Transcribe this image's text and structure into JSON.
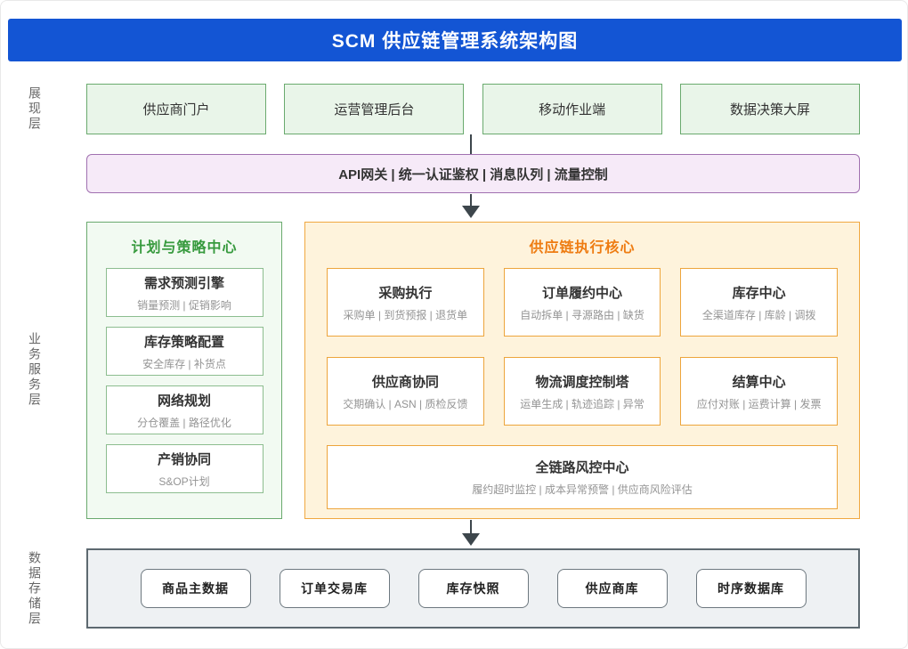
{
  "title": "SCM 供应链管理系统架构图",
  "colors": {
    "title_bg": "#1355d4",
    "green_border": "#6aaa6e",
    "green_fill": "#e9f5e9",
    "green_title": "#379a3e",
    "purple_border": "#a070b0",
    "purple_fill": "#f6eaf8",
    "orange_border": "#f0a840",
    "orange_fill": "#fef3dc",
    "orange_title": "#ee7c12",
    "storage_fill": "#eef1f3",
    "storage_border": "#5d6970",
    "arrow": "#3d464c"
  },
  "layers": {
    "presentation": {
      "label": "展现层",
      "boxes": [
        "供应商门户",
        "运营管理后台",
        "移动作业端",
        "数据决策大屏"
      ]
    },
    "gateway": {
      "label": "API网关 | 统一认证鉴权 | 消息队列 | 流量控制"
    },
    "business": {
      "label": "业务服务层",
      "planning": {
        "title": "计划与策略中心",
        "modules": [
          {
            "name": "需求预测引擎",
            "detail": "销量预测 | 促销影响"
          },
          {
            "name": "库存策略配置",
            "detail": "安全库存 | 补货点"
          },
          {
            "name": "网络规划",
            "detail": "分仓覆盖 | 路径优化"
          },
          {
            "name": "产销协同",
            "detail": "S&OP计划"
          }
        ]
      },
      "execution": {
        "title": "供应链执行核心",
        "modules": [
          {
            "name": "采购执行",
            "detail": "采购单 | 到货预报 | 退货单"
          },
          {
            "name": "订单履约中心",
            "detail": "自动拆单 | 寻源路由 | 缺货"
          },
          {
            "name": "库存中心",
            "detail": "全渠道库存 | 库龄 | 调拨"
          },
          {
            "name": "供应商协同",
            "detail": "交期确认 | ASN | 质检反馈"
          },
          {
            "name": "物流调度控制塔",
            "detail": "运单生成 | 轨迹追踪 | 异常"
          },
          {
            "name": "结算中心",
            "detail": "应付对账 | 运费计算 | 发票"
          }
        ],
        "wide_module": {
          "name": "全链路风控中心",
          "detail": "履约超时监控 | 成本异常预警 | 供应商风险评估"
        }
      }
    },
    "storage": {
      "label": "数据存储层",
      "boxes": [
        "商品主数据",
        "订单交易库",
        "库存快照",
        "供应商库",
        "时序数据库"
      ]
    }
  }
}
